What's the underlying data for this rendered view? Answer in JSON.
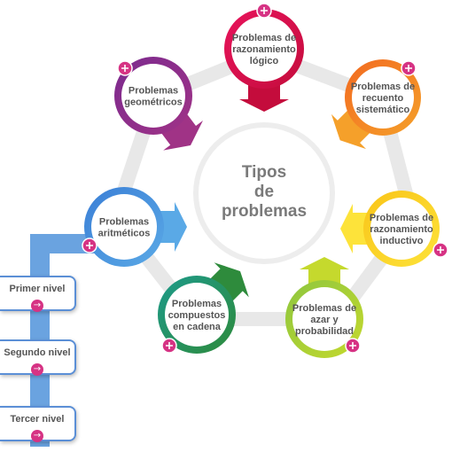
{
  "center": {
    "lines": [
      "Tipos",
      "de",
      "problemas"
    ]
  },
  "nodes": [
    {
      "id": "logico",
      "lines": [
        "Problemas de",
        "razonamiento",
        "lógico"
      ],
      "color_start": "#e8145c",
      "color_end": "#c40c3c",
      "arrow": "down"
    },
    {
      "id": "recuento",
      "lines": [
        "Problemas de",
        "recuento",
        "sistemático"
      ],
      "color_start": "#f26a21",
      "color_end": "#f5a02a",
      "arrow": "down-left"
    },
    {
      "id": "inductivo",
      "lines": [
        "Problemas de",
        "razonamiento",
        "inductivo"
      ],
      "color_start": "#f9c418",
      "color_end": "#fde33a",
      "arrow": "left"
    },
    {
      "id": "azar",
      "lines": [
        "Problemas de",
        "azar y",
        "probabilidad"
      ],
      "color_start": "#8dc63f",
      "color_end": "#c5d92d",
      "arrow": "up"
    },
    {
      "id": "cadena",
      "lines": [
        "Problemas",
        "compuestos",
        "en cadena"
      ],
      "color_start": "#1d9a8a",
      "color_end": "#2e8b3c",
      "arrow": "up-right"
    },
    {
      "id": "aritmeticos",
      "lines": [
        "Problemas",
        "aritméticos"
      ],
      "color_start": "#3b7fd6",
      "color_end": "#5aa9e6",
      "arrow": "right"
    },
    {
      "id": "geometricos",
      "lines": [
        "Problemas",
        "geométricos"
      ],
      "color_start": "#7b2a8f",
      "color_end": "#a03386",
      "arrow": "down-right"
    }
  ],
  "levels": [
    {
      "label": "Primer nivel",
      "icon": "arrow-right-icon"
    },
    {
      "label": "Segundo nivel",
      "icon": "arrow-right-icon"
    },
    {
      "label": "Tercer nivel",
      "icon": "arrow-right-icon"
    }
  ],
  "colors": {
    "plus_badge": "#d63384",
    "ring": "#e6e6e6",
    "level_connector": "#5b8fd6"
  },
  "icons": {
    "node_badge": "plus-icon"
  }
}
